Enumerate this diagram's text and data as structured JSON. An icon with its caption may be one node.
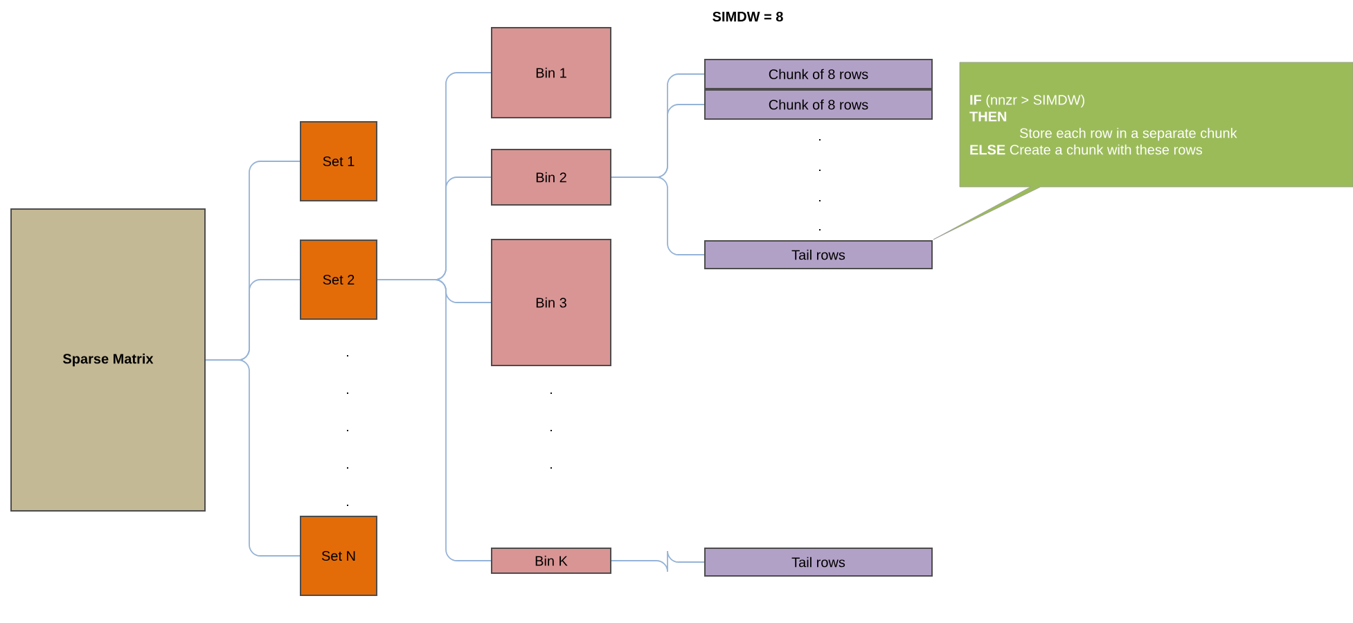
{
  "diagram": {
    "nodes": [
      {
        "text": [
          "Sparse Matrix"
        ]
      },
      {
        "text": [
          "Set 1"
        ]
      },
      {
        "text": [
          "Set 2"
        ]
      },
      {
        "text": [
          "Set N"
        ]
      },
      {
        "text": [
          "Bin 1"
        ]
      },
      {
        "text": [
          "Bin 2"
        ]
      },
      {
        "text": [
          "Bin 3"
        ]
      },
      {
        "text": [
          "Bin K"
        ]
      },
      {
        "text": [
          "Chunk of 8 rows"
        ]
      },
      {
        "text": [
          "Chunk of 8 rows"
        ]
      },
      {
        "text": [
          "Tail rows"
        ]
      },
      {
        "text": [
          "Tail rows"
        ]
      },
      {
        "text": [
          "**IF** (nnzr > SIMDW)",
          "THEN",
          "Store each row in a separate chunk",
          "**ELSE** Create a chunk with these rows"
        ]
      }
    ],
    "edges": [
      {
        "from": 0,
        "to": 1,
        "arrow": "none"
      },
      {
        "from": 0,
        "to": 2,
        "arrow": "none"
      },
      {
        "from": 0,
        "to": 3,
        "arrow": "none"
      },
      {
        "from": 2,
        "to": 4,
        "arrow": "none"
      },
      {
        "from": 2,
        "to": 5,
        "arrow": "none"
      },
      {
        "from": 2,
        "to": 6,
        "arrow": "none"
      },
      {
        "from": 2,
        "to": 7,
        "arrow": "none"
      },
      {
        "from": 5,
        "to": 8,
        "arrow": "none"
      },
      {
        "from": 5,
        "to": 9,
        "arrow": "none"
      },
      {
        "from": 5,
        "to": 10,
        "arrow": "none"
      },
      {
        "from": 7,
        "to": 11,
        "arrow": "none"
      }
    ],
    "labels": [
      "SIMDW = 8",
      ".",
      ".",
      ".",
      ".",
      ".",
      ".",
      ".",
      ".",
      ".",
      ".",
      ".",
      "."
    ]
  }
}
